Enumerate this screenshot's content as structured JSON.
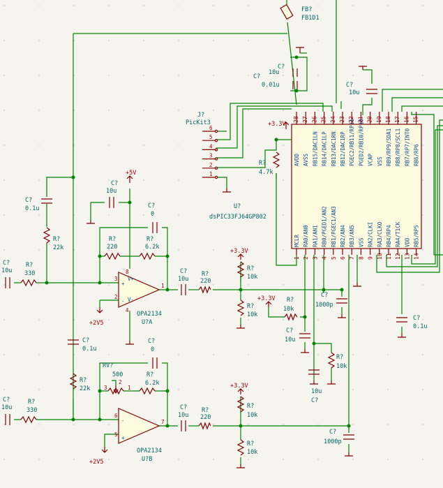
{
  "ferrite": {
    "ref": "FB?",
    "value": "FB1D1"
  },
  "mcu": {
    "ref": "U?",
    "value": "dsPIC33FJ64GP802",
    "top_pins": [
      {
        "num": "28",
        "name": "AVDD"
      },
      {
        "num": "27",
        "name": "AVSS"
      },
      {
        "num": "26",
        "name": "RB15/DAC1LN"
      },
      {
        "num": "25",
        "name": "RB14/DAC1LP"
      },
      {
        "num": "24",
        "name": "RB13/DAC1RN"
      },
      {
        "num": "23",
        "name": "RB12/DAC1RP"
      },
      {
        "num": "22",
        "name": "PGEC2/RB11/RP11"
      },
      {
        "num": "21",
        "name": "PGED2/RB10/RP10"
      },
      {
        "num": "20",
        "name": "VCAP"
      },
      {
        "num": "19",
        "name": "VSS"
      },
      {
        "num": "18",
        "name": "RB9/RP9/SDA1"
      },
      {
        "num": "17",
        "name": "RB8/RP8/SCL1"
      },
      {
        "num": "16",
        "name": "RB7/RP7/INT0"
      },
      {
        "num": "15",
        "name": "RB6/RP6"
      }
    ],
    "bottom_pins": [
      {
        "num": "1",
        "name": "MCLR"
      },
      {
        "num": "2",
        "name": "RA0/AN0"
      },
      {
        "num": "3",
        "name": "RA1/AN1"
      },
      {
        "num": "4",
        "name": "RB0/PGED1/AN2"
      },
      {
        "num": "5",
        "name": "RB1/PGEC1/AN3"
      },
      {
        "num": "6",
        "name": "RB2/AN4"
      },
      {
        "num": "7",
        "name": "RB3/AN5"
      },
      {
        "num": "8",
        "name": "VSS"
      },
      {
        "num": "9",
        "name": "RA2/CLKI"
      },
      {
        "num": "10",
        "name": "RA3/CLKO"
      },
      {
        "num": "11",
        "name": "RB4/RP4"
      },
      {
        "num": "12",
        "name": "RA4/T1CK"
      },
      {
        "num": "13",
        "name": "VDD"
      },
      {
        "num": "14",
        "name": "RB5/RP5"
      }
    ]
  },
  "header": {
    "ref": "J?",
    "value": "PicKit3",
    "pins": [
      "6",
      "5",
      "4",
      "3",
      "2",
      "1"
    ]
  },
  "opamp_a": {
    "ref": "U?A",
    "value": "OPA2134",
    "pins": {
      "inp": "3",
      "inn": "2",
      "out": "1",
      "vp": "8",
      "vn": "4"
    },
    "signs": {
      "plus": "+",
      "minus": "-",
      "vplus": "V+",
      "vminus": "V-"
    }
  },
  "opamp_b": {
    "ref": "U?B",
    "value": "OPA2134",
    "pins": {
      "inp": "5",
      "inn": "6",
      "out": "7"
    },
    "signs": {
      "plus": "+",
      "minus": "-"
    }
  },
  "power": {
    "v33": "+3.3V",
    "v5": "+5V",
    "v2v5": "+2V5"
  },
  "parts": {
    "c_avdd": {
      "ref": "C?",
      "value": "10u"
    },
    "c_avdd2": {
      "ref": "C?",
      "value": "0.01u"
    },
    "c_vcap": {
      "ref": "C?",
      "value": "10u"
    },
    "r_mclr": {
      "ref": "R?",
      "value": "4.7k"
    },
    "c_5v": {
      "ref": "C?",
      "value": "10u"
    },
    "c_fb_a": {
      "ref": "C?",
      "value": "0"
    },
    "r_in_a": {
      "ref": "R?",
      "value": "220"
    },
    "r_fb_a": {
      "ref": "R?",
      "value": "6.2k"
    },
    "c_bias_a": {
      "ref": "C?",
      "value": "0.1u"
    },
    "r_bias_a": {
      "ref": "R?",
      "value": "22k"
    },
    "c_in_a": {
      "ref": "C?",
      "value": "10u"
    },
    "r_ser_a": {
      "ref": "R?",
      "value": "330"
    },
    "c_out_a": {
      "ref": "C?",
      "value": "10u"
    },
    "r_out_a": {
      "ref": "R?",
      "value": "220"
    },
    "r_up_a": {
      "ref": "R?",
      "value": "10k"
    },
    "r_dn_a": {
      "ref": "R?",
      "value": "10k"
    },
    "c_flt_a": {
      "ref": "C?",
      "value": "1000p"
    },
    "r_ref_a": {
      "ref": "R?",
      "value": "10k"
    },
    "c_ref_a": {
      "ref": "C?",
      "value": "10u"
    },
    "r_pd": {
      "ref": "R?",
      "value": "10k"
    },
    "c_pd": {
      "ref": "C?",
      "value": "10u"
    },
    "c_vdd": {
      "ref": "C?",
      "value": "0.1u"
    },
    "c_fb_b": {
      "ref": "C?",
      "value": "0"
    },
    "rv": {
      "ref": "RV?",
      "value": "500",
      "pins": [
        "3",
        "2",
        "1"
      ]
    },
    "r_fb_b": {
      "ref": "R?",
      "value": "6.2k"
    },
    "c_bias_b": {
      "ref": "C?",
      "value": "0.1u"
    },
    "r_bias_b": {
      "ref": "R?",
      "value": "22k"
    },
    "c_in_b": {
      "ref": "C?",
      "value": "10u"
    },
    "r_ser_b": {
      "ref": "R?",
      "value": "330"
    },
    "c_out_b": {
      "ref": "C?",
      "value": "10u"
    },
    "r_out_b": {
      "ref": "R?",
      "value": "220"
    },
    "r_up_b": {
      "ref": "R?",
      "value": "10k"
    },
    "r_dn_b": {
      "ref": "R?",
      "value": "10k"
    },
    "c_flt_b": {
      "ref": "C?",
      "value": "1000p"
    }
  }
}
